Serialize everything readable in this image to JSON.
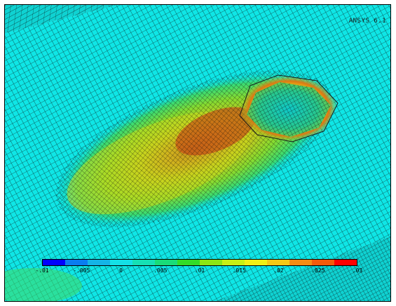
{
  "viewer": {
    "version_label": "ANSYS 6.1"
  },
  "legend": {
    "colors": [
      "#0000ff",
      "#0a7df0",
      "#14b4e6",
      "#14e0e6",
      "#16e0b4",
      "#19dc78",
      "#32dc28",
      "#8ce614",
      "#c8f014",
      "#f0f014",
      "#f5c814",
      "#f58c14",
      "#f55a0a",
      "#ff0000"
    ],
    "ticks": [
      "-.01",
      "-.005",
      "0",
      ".005",
      ".01",
      ".015",
      ".02",
      ".025",
      ".03"
    ]
  },
  "mesh": {
    "background_color": "#0fe6e6",
    "line_color": "#0a0a0a"
  }
}
